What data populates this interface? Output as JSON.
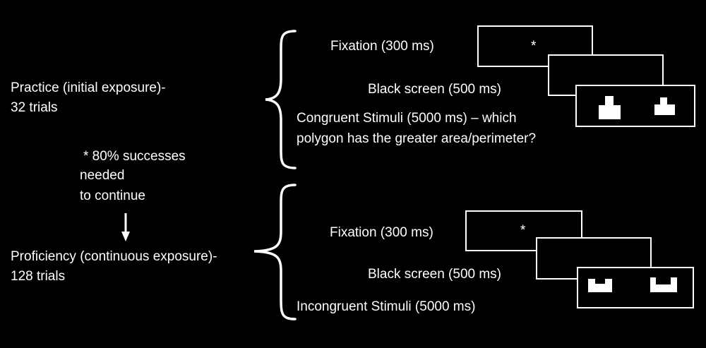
{
  "colors": {
    "background": "#000000",
    "foreground": "#ffffff"
  },
  "practice": {
    "label_line1": "Practice (initial exposure)-",
    "label_line2": "32 trials"
  },
  "criterion": {
    "line1": "* 80% successes",
    "line2": "needed",
    "line3": "to continue"
  },
  "proficiency": {
    "label_line1": "Proficiency (continuous exposure)-",
    "label_line2": "128 trials"
  },
  "sequence_practice": {
    "fixation": "Fixation (300 ms)",
    "fixation_symbol": "*",
    "black_screen": "Black screen (500 ms)",
    "stimuli_line1": "Congruent Stimuli (5000 ms) – which",
    "stimuli_line2": "polygon has the greater area/perimeter?"
  },
  "sequence_proficiency": {
    "fixation": "Fixation (300 ms)",
    "fixation_symbol": "*",
    "black_screen": "Black screen (500 ms)",
    "stimuli": "Incongruent Stimuli (5000 ms)"
  }
}
